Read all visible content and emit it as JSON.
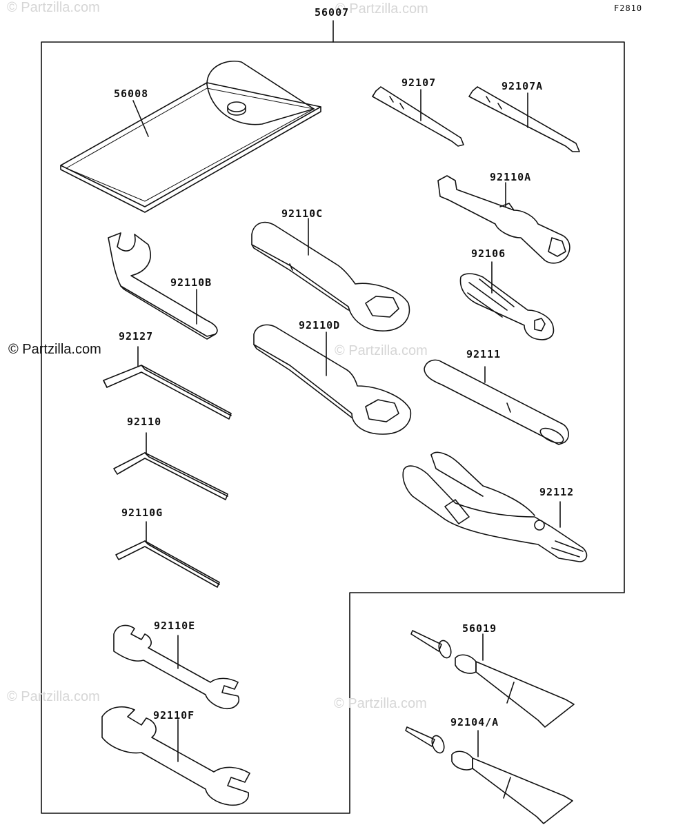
{
  "figure_code": "F2810",
  "watermark": {
    "main": "© Partzilla.com",
    "faint": "© Partzilla.com"
  },
  "parts": {
    "kit": "56007",
    "pouch": "56008",
    "screwdriver_bit": "92107",
    "screwdriver_bit_a": "92107A",
    "spark_plug_wrench": "92110A",
    "box_wrench_c": "92110C",
    "hook_wrench": "92110B",
    "bit_holder": "92106",
    "hex_key_92127": "92127",
    "box_wrench_d": "92110D",
    "extension_bar": "92111",
    "hex_key_92110": "92110",
    "pliers": "92112",
    "hex_key_g": "92110G",
    "grease_tube": "56019",
    "open_wrench_e": "92110E",
    "open_wrench_f": "92110F",
    "sealant_tube": "92104/A"
  }
}
